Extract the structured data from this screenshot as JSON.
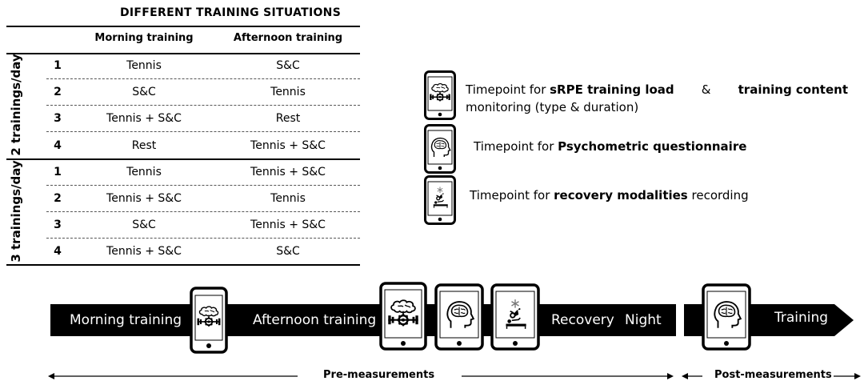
{
  "table": {
    "title": "DIFFERENT TRAINING SITUATIONS",
    "col_morning": "Morning training",
    "col_afternoon": "Afternoon training",
    "group1_label": "2 trainings/day",
    "group2_label": "3 trainings/day",
    "group1": [
      {
        "n": "1",
        "morning": "Tennis",
        "afternoon": "S&C"
      },
      {
        "n": "2",
        "morning": "S&C",
        "afternoon": "Tennis"
      },
      {
        "n": "3",
        "morning": "Tennis + S&C",
        "afternoon": "Rest"
      },
      {
        "n": "4",
        "morning": "Rest",
        "afternoon": "Tennis + S&C"
      }
    ],
    "group2": [
      {
        "n": "1",
        "morning": "Tennis",
        "afternoon": "Tennis + S&C"
      },
      {
        "n": "2",
        "morning": "Tennis + S&C",
        "afternoon": "Tennis"
      },
      {
        "n": "3",
        "morning": "S&C",
        "afternoon": "Tennis + S&C"
      },
      {
        "n": "4",
        "morning": "Tennis + S&C",
        "afternoon": "S&C"
      }
    ]
  },
  "legend": {
    "item1": {
      "pre": "Timepoint for ",
      "b1": "sRPE training load",
      "mid": " & ",
      "b2": "training content",
      "line2": "monitoring (type & duration)"
    },
    "item2": {
      "pre": "Timepoint for ",
      "b1": "Psychometric questionnaire"
    },
    "item3": {
      "pre": "Timepoint for ",
      "b1": "recovery modalities",
      "post": " recording"
    }
  },
  "timeline": {
    "morning": "Morning training",
    "afternoon": "Afternoon training",
    "recovery": "Recovery",
    "night": "Night",
    "training": "Training"
  },
  "measurements": {
    "pre": "Pre-measurements",
    "post": "Post-measurements"
  },
  "icons": {
    "load_icon": "brain-gear-dumbbell-icon",
    "psycho_icon": "head-brain-icon",
    "recovery_icon": "snowflake-bike-massage-icon"
  }
}
